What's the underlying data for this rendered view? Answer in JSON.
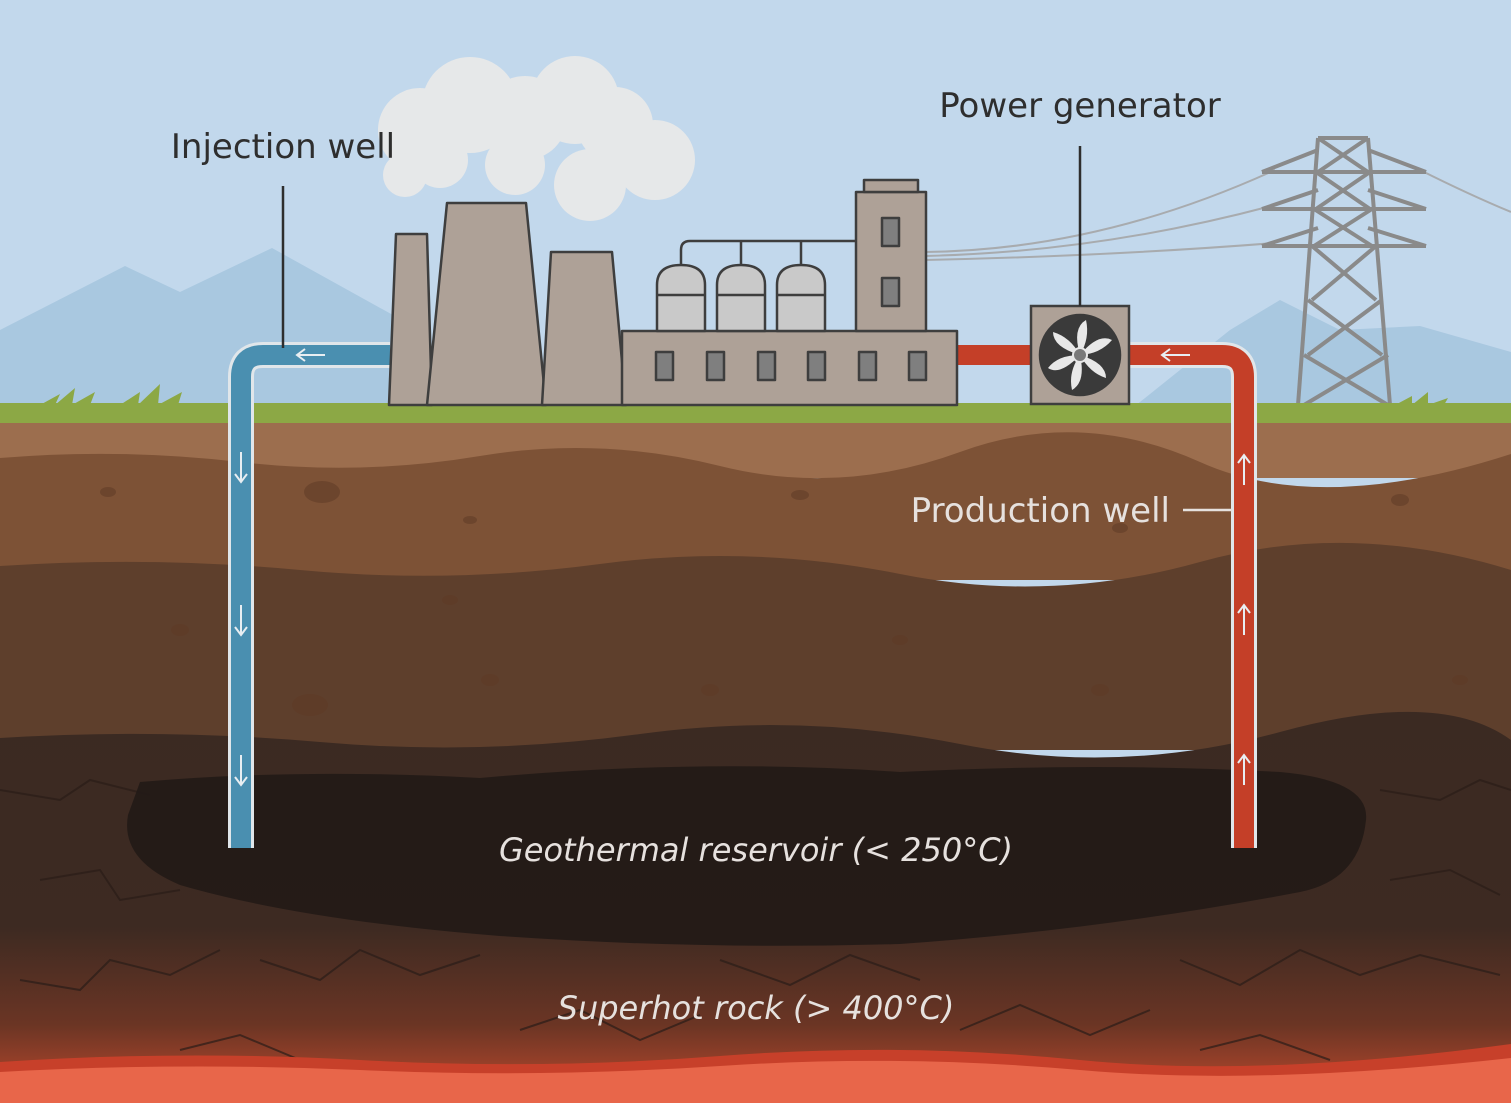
{
  "labels": {
    "injection_well": "Injection well",
    "power_generator": "Power generator",
    "production_well": "Production well",
    "reservoir": "Geothermal reservoir (< 250°C)",
    "superhot": "Superhot rock (> 400°C)"
  },
  "icons": {
    "flow_arrow": "arrow-icon",
    "fan": "fan-icon",
    "cloud": "steam-cloud"
  },
  "colors": {
    "sky": "#c2d8ec",
    "mountains": "#a9c8e0",
    "grass": "#8ca845",
    "topsoil": "#9c6e4e",
    "soil_mid": "#7d5236",
    "soil_deep": "#5e3f2c",
    "rock": "#3b2a22",
    "reservoir": "#231a17",
    "magma": "#e8664a",
    "cold_pipe": "#4a8fb0",
    "hot_pipe": "#c43f28",
    "building": "#aea197",
    "tower": "#8a8a8a",
    "label_dark": "#2e2e2e",
    "label_light": "#e6e1de"
  }
}
